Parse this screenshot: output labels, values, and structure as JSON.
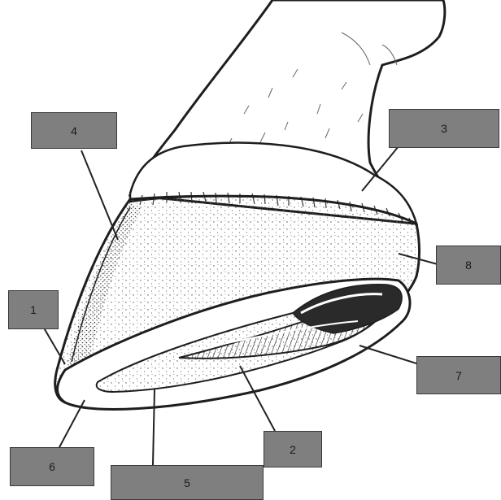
{
  "labels": {
    "l1": "1",
    "l2": "2",
    "l3": "3",
    "l4": "4",
    "l5": "5",
    "l6": "6",
    "l7": "7",
    "l8": "8"
  },
  "colors": {
    "label_fill": "#7f7f7f",
    "label_border": "#3a3a3a",
    "ink": "#1e1e1e"
  }
}
